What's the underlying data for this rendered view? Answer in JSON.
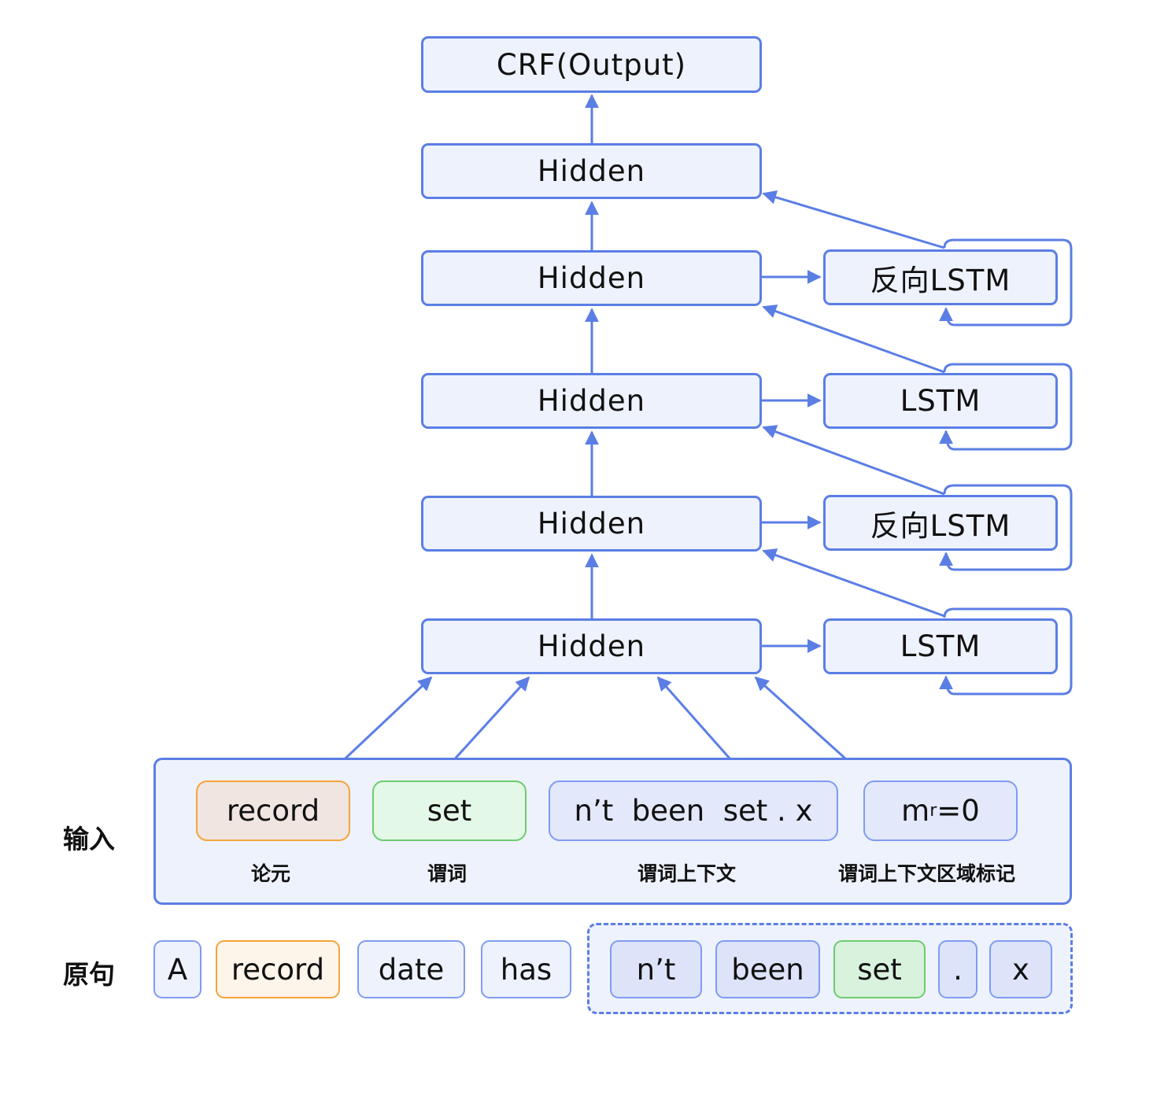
{
  "top": {
    "crf": "CRF(Output)"
  },
  "hidden_layers": [
    "Hidden",
    "Hidden",
    "Hidden",
    "Hidden",
    "Hidden"
  ],
  "lstm_blocks": [
    "反向LSTM",
    "LSTM",
    "反向LSTM",
    "LSTM"
  ],
  "input": {
    "row_label": "输入",
    "chips": [
      {
        "text": "record",
        "caption": "论元"
      },
      {
        "text": "set",
        "caption": "谓词"
      },
      {
        "text": "n’t  been  set . x",
        "caption": "谓词上下文"
      },
      {
        "text_main": "m",
        "text_sub": "r",
        "text_tail": "=0",
        "caption": "谓词上下文区域标记"
      }
    ]
  },
  "sentence": {
    "row_label": "原句",
    "tokens": [
      "A",
      "record",
      "date",
      "has",
      "n’t",
      "been",
      "set",
      ".",
      "x"
    ]
  },
  "colors": {
    "line": "#5b7ee5",
    "box_fill": "#eef2fc",
    "argument": "#f5a43a",
    "predicate": "#6ccc6c",
    "context": "#7f9cf2"
  }
}
